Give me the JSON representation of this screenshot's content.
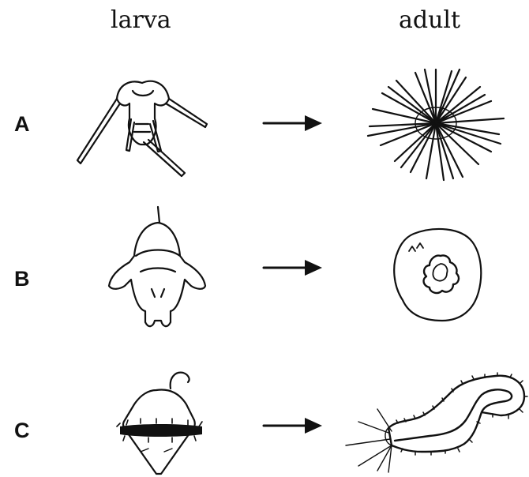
{
  "headers": {
    "larva": "larva",
    "adult": "adult"
  },
  "rows": [
    {
      "letter": "A"
    },
    {
      "letter": "B"
    },
    {
      "letter": "C"
    }
  ]
}
